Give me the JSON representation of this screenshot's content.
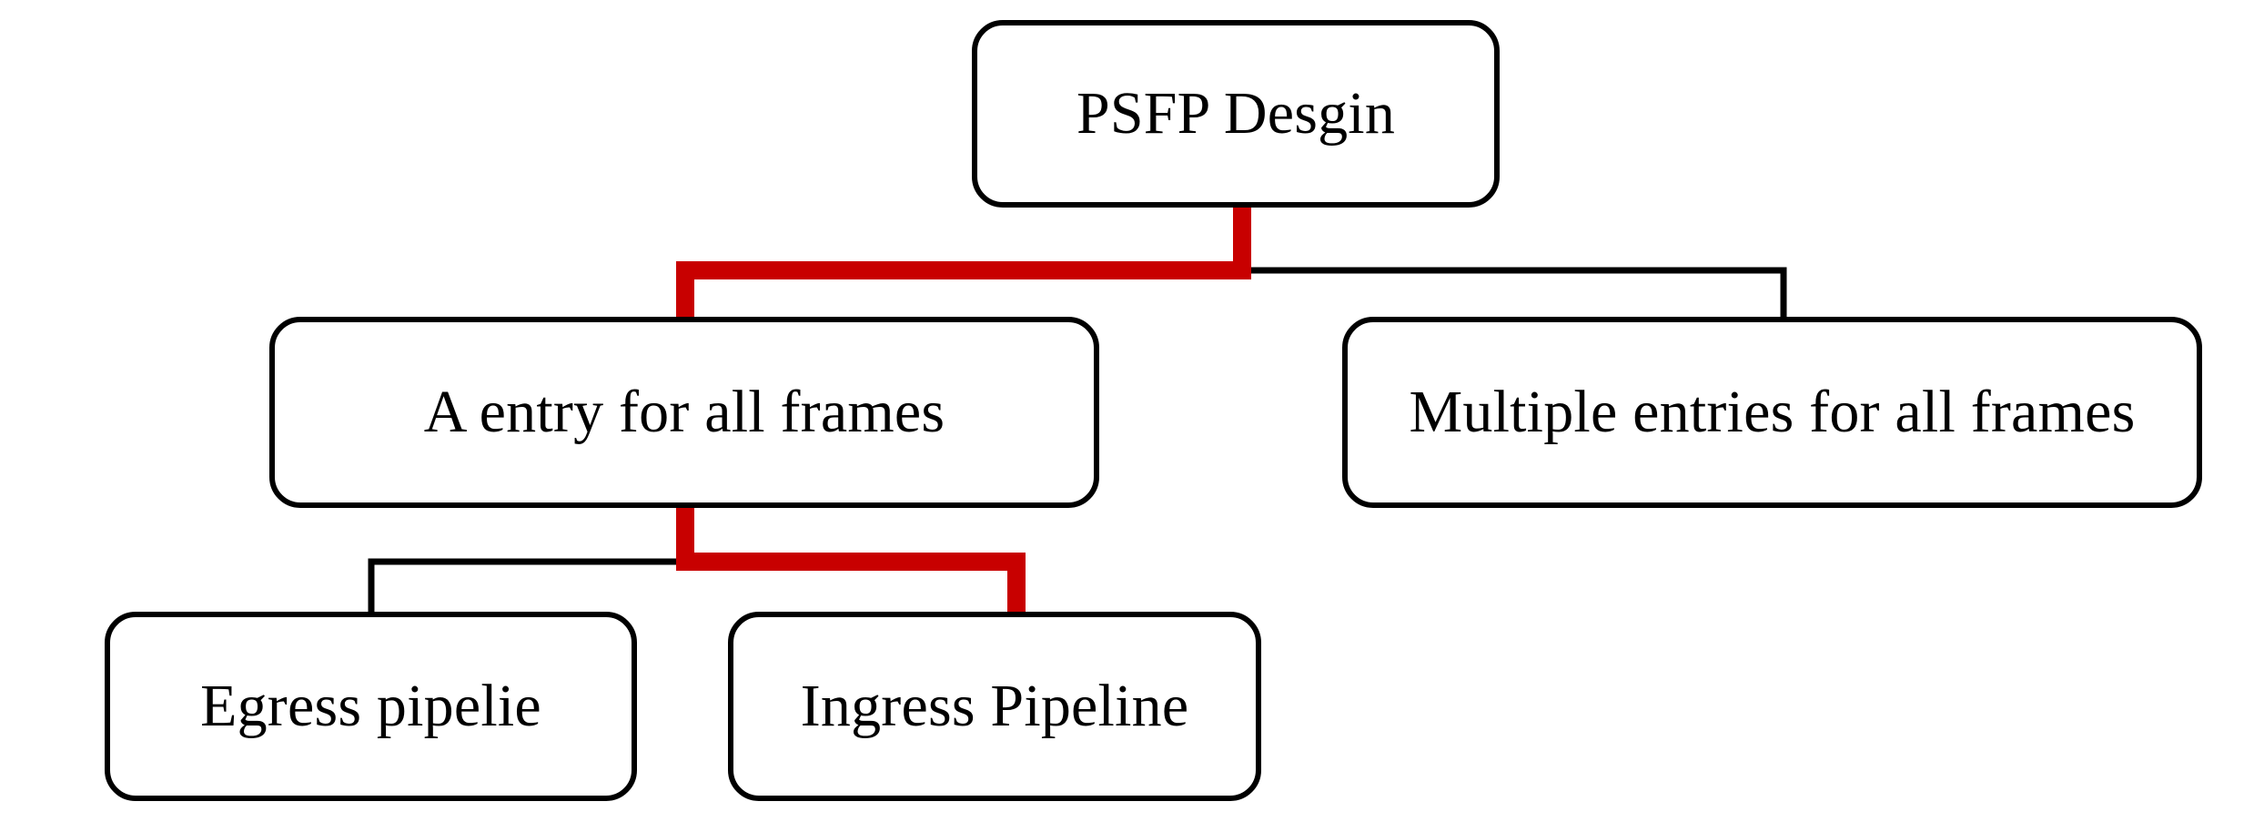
{
  "diagram": {
    "type": "tree",
    "background_color": "#ffffff",
    "node_border_color": "#000000",
    "node_fill_color": "#ffffff",
    "edge_color": "#000000",
    "highlight_color": "#c80000",
    "nodes": [
      {
        "id": "root",
        "label": "PSFP Desgin"
      },
      {
        "id": "single",
        "label": "A entry for all frames"
      },
      {
        "id": "multiple",
        "label": "Multiple entries for all frames"
      },
      {
        "id": "egress",
        "label": "Egress pipelie"
      },
      {
        "id": "ingress",
        "label": "Ingress Pipeline"
      }
    ],
    "edges": [
      {
        "from": "root",
        "to": "single",
        "style": "highlighted",
        "color": "#c80000"
      },
      {
        "from": "root",
        "to": "multiple",
        "style": "normal",
        "color": "#000000"
      },
      {
        "from": "single",
        "to": "egress",
        "style": "normal",
        "color": "#000000"
      },
      {
        "from": "single",
        "to": "ingress",
        "style": "highlighted",
        "color": "#c80000"
      }
    ]
  }
}
